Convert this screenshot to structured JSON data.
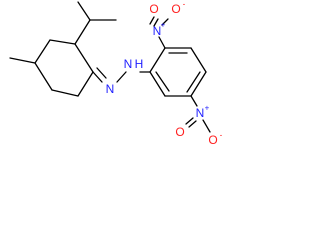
{
  "molecule": {
    "atoms": {
      "hydrazone_n1": {
        "label": "N",
        "color": "#1f1fff"
      },
      "hydrazone_n2": {
        "label": "N",
        "color": "#1f1fff"
      },
      "hydrazone_h": {
        "label": "H",
        "color": "#1f1fff"
      },
      "nitro2_n": {
        "label": "N",
        "color": "#1f1fff"
      },
      "nitro2_plus": {
        "label": "+",
        "color": "#1f1fff"
      },
      "nitro2_o_double": {
        "label": "O",
        "color": "#ff1f1f"
      },
      "nitro2_o_single": {
        "label": "O",
        "color": "#ff1f1f"
      },
      "nitro2_minus": {
        "label": "-",
        "color": "#ff1f1f"
      },
      "nitro4_n": {
        "label": "N",
        "color": "#1f1fff"
      },
      "nitro4_plus": {
        "label": "+",
        "color": "#1f1fff"
      },
      "nitro4_o_double": {
        "label": "O",
        "color": "#ff1f1f"
      },
      "nitro4_o_single": {
        "label": "O",
        "color": "#ff1f1f"
      },
      "nitro4_minus": {
        "label": "-",
        "color": "#ff1f1f"
      }
    },
    "bond_color": "#000000",
    "background": "#ffffff"
  }
}
